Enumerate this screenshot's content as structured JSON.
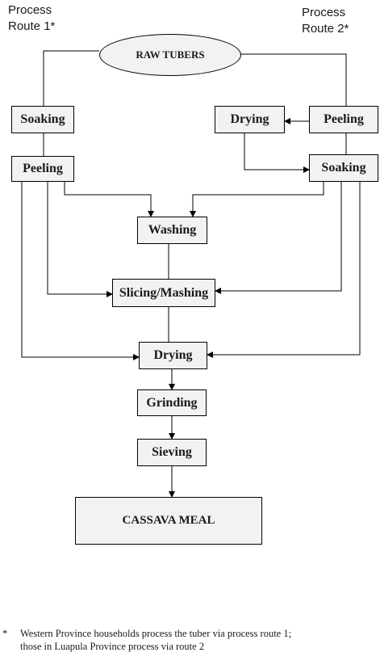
{
  "route1": {
    "line1": "Process",
    "line2": "Route 1*"
  },
  "route2": {
    "line1": "Process",
    "line2": "Route 2*"
  },
  "nodes": {
    "raw_tubers": "RAW TUBERS",
    "soaking_route1": "Soaking",
    "peeling_route1": "Peeling",
    "drying_route2": "Drying",
    "peeling_route2": "Peeling",
    "soaking_route2": "Soaking",
    "washing": "Washing",
    "slicing_mashing": "Slicing/Mashing",
    "drying": "Drying",
    "grinding": "Grinding",
    "sieving": "Sieving",
    "cassava_meal": "CASSAVA MEAL"
  },
  "footnote": {
    "marker": "*",
    "line1": "Western Province households process the tuber via process route 1;",
    "line2": "those in Luapula Province process via route 2"
  }
}
